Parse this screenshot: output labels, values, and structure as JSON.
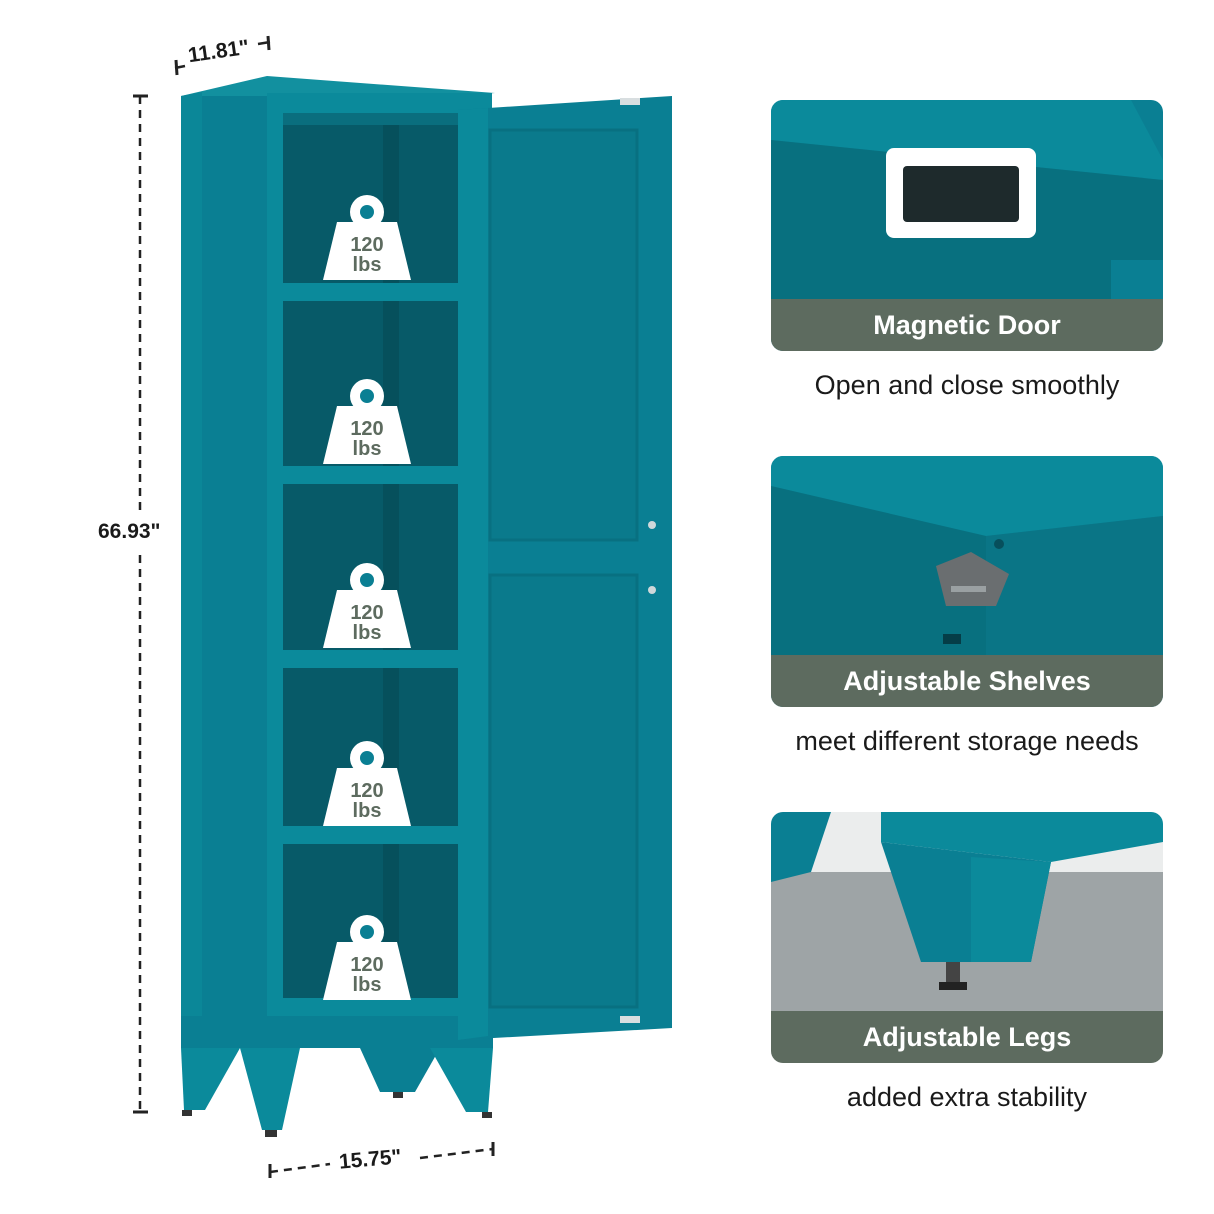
{
  "dimensions": {
    "depth": "11.81\"",
    "height": "66.93\"",
    "width": "15.75\""
  },
  "weight_badge": {
    "value": "120",
    "unit": "lbs",
    "count": 5
  },
  "features": [
    {
      "title": "Magnetic Door",
      "description": "Open and close smoothly"
    },
    {
      "title": "Adjustable Shelves",
      "description": "meet different storage needs"
    },
    {
      "title": "Adjustable Legs",
      "description": "added extra stability"
    }
  ],
  "colors": {
    "cabinet": "#0a7f93",
    "cabinet_dark": "#085f70",
    "cabinet_light": "#12909f",
    "band": "#5d6b5f"
  }
}
